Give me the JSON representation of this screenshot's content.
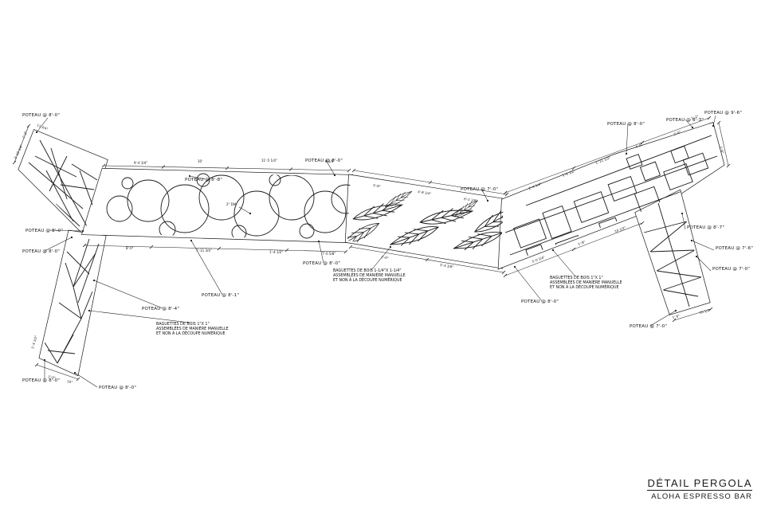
{
  "title": {
    "name": "DÉTAIL PERGOLA",
    "project": "ALOHA ESPRESSO BAR"
  },
  "circle_dia": "2\" DIA.",
  "poteau": [
    "POTEAU @ 8'-0\"",
    "POTEAU @ 8'-8\"",
    "POTEAU @ 8'-0\"",
    "POTEAU @ 7'-0\"",
    "POTEAU @ 8'-0\"",
    "POTEAU @ 8'-3\"",
    "POTEAU @ 9'-6\"",
    "POTEAU @ 8'-0\"",
    "POTEAU @ 8'-0\"",
    "POTEAU @ 8'-4\"",
    "POTEAU @ 8'-1\"",
    "POTEAU @ 8'-0\"",
    "POTEAU @ 8'-0\"",
    "POTEAU @ 7'-0\"",
    "POTEAU @ 8'-7\"",
    "POTEAU @ 7'-6\"",
    "POTEAU @ 7'-0\"",
    "POTEAU @ 8'-0\"",
    "POTEAU @ 8'-0\""
  ],
  "dims": [
    "9'-4 3/4\"",
    "10'",
    "11'-5 1/4\"",
    "8 1/4\"",
    "5'-8\"",
    "4'-8 1/4\"",
    "6'-2 1/8\"",
    "2'-4 1/4\"",
    "3'-6 1/2\"",
    "1'-11 1/2\"",
    "4'-0\"",
    "2'-6\"",
    "8'-0\"",
    "7'-11 3/4\"",
    "1'-4 1/2\"",
    "7'-0 5/8\"",
    "2'-0\"",
    "5'-4 3/8\"",
    "3'-0 1/4\"",
    "1'-8\"",
    "10 1/2\"",
    "1'-2\"",
    "2'-10 3/4\"",
    "11 3/4\"",
    "1'-4 1/2\"",
    "2'-0\"",
    "10\"",
    "1'-2\"",
    "2'-6\"",
    "1'-8\"",
    "10 1/2\""
  ],
  "notes": [
    [
      "BAGUETTES DE BOIS 1\"X 1\"",
      "ASSEMBLÉES DE MANIÈRE MANUELLE",
      "ET NON À LA DÉCOUPE NUMÉRIQUE"
    ],
    [
      "BAGUETTES DE BOIS 1-1/4\"X 1-1/4\"",
      "ASSEMBLÉES DE MANIÈRE MANUELLE",
      "ET NON À LA DÉCOUPE NUMÉRIQUE"
    ],
    [
      "BAGUETTES DE BOIS 1\"X 1\"",
      "ASSEMBLÉES DE MANIÈRE MANUELLE",
      "ET NON À LA DÉCOUPE NUMÉRIQUE"
    ]
  ]
}
